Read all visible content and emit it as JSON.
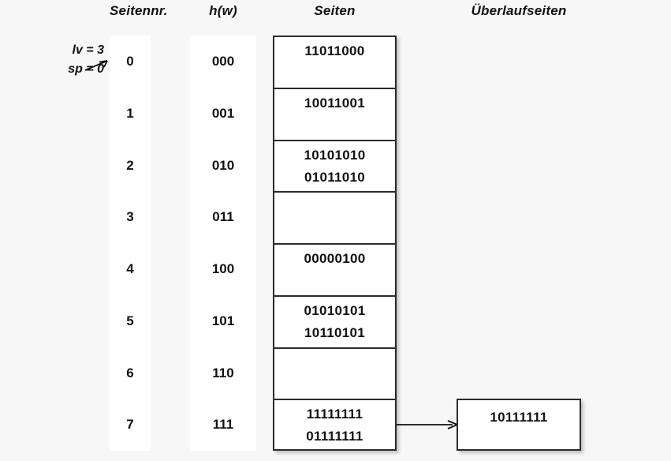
{
  "headers": {
    "seitennr": "Seitennr.",
    "hw": "h(w)",
    "seiten": "Seiten",
    "ueberlaufseiten": "Überlaufseiten"
  },
  "annotation": {
    "lv": "lv = 3",
    "sp": "sp = 0",
    "arrow_icon": "arrow-right-icon",
    "points_to_row": 0
  },
  "colors": {
    "background": "#f7f7f7",
    "band": "#ffffff",
    "border": "#2b2b2b",
    "text": "#111111"
  },
  "rows": [
    {
      "seitennr": "0",
      "hw": "000",
      "lines": [
        "11011000"
      ]
    },
    {
      "seitennr": "1",
      "hw": "001",
      "lines": [
        "10011001"
      ]
    },
    {
      "seitennr": "2",
      "hw": "010",
      "lines": [
        "10101010",
        "01011010"
      ]
    },
    {
      "seitennr": "3",
      "hw": "011",
      "lines": []
    },
    {
      "seitennr": "4",
      "hw": "100",
      "lines": [
        "00000100"
      ]
    },
    {
      "seitennr": "5",
      "hw": "101",
      "lines": [
        "01010101",
        "10110101"
      ]
    },
    {
      "seitennr": "6",
      "hw": "110",
      "lines": []
    },
    {
      "seitennr": "7",
      "hw": "111",
      "lines": [
        "11111111",
        "01111111"
      ]
    }
  ],
  "overflow": {
    "from_row": 7,
    "arrow_icon": "arrow-right-icon",
    "lines": [
      "10111111"
    ]
  }
}
